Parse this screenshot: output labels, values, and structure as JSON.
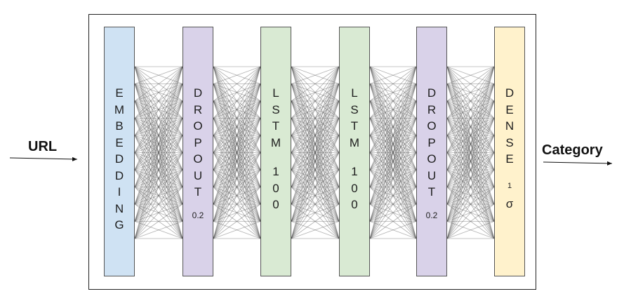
{
  "input_label": "URL",
  "output_label": "Category",
  "layers": [
    {
      "id": "embedding",
      "text": "EMBEDDING",
      "param": "",
      "color": "#cfe2f3"
    },
    {
      "id": "dropout-1",
      "text": "DROPOUT",
      "param": "0.2",
      "color": "#d9d2e9"
    },
    {
      "id": "lstm-1",
      "text": "LSTM",
      "size": "100",
      "param": "",
      "color": "#d9ead3"
    },
    {
      "id": "lstm-2",
      "text": "LSTM",
      "size": "100",
      "param": "",
      "color": "#d9ead3"
    },
    {
      "id": "dropout-2",
      "text": "DROPOUT",
      "param": "0.2",
      "color": "#d9d2e9"
    },
    {
      "id": "dense",
      "text": "DENSE",
      "size": "1",
      "param": "σ",
      "color": "#fff2cc"
    }
  ]
}
